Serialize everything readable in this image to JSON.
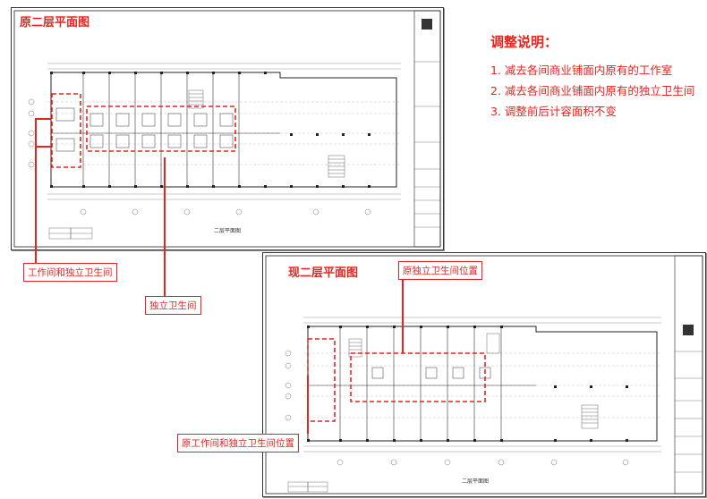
{
  "sheets": {
    "original": {
      "title": "原二层平面图",
      "caption": "二层平面图"
    },
    "current": {
      "title": "现二层平面图",
      "caption": "二层平面图"
    }
  },
  "notes": {
    "title": "调整说明：",
    "items": [
      "1. 减去各间商业铺面内原有的工作室",
      "2. 减去各间商业铺面内原有的独立卫生间",
      "3. 调整前后计容面积不变"
    ]
  },
  "callouts": {
    "original_work_toilet": "工作间和独立卫生间",
    "original_toilet": "独立卫生间",
    "current_toilet_position": "原独立卫生间位置",
    "current_work_toilet_position": "原工作间和独立卫生间位置"
  },
  "colors": {
    "annotation_red": "#e52420",
    "line_dark": "#222222",
    "line_light": "#9a9a9a"
  }
}
